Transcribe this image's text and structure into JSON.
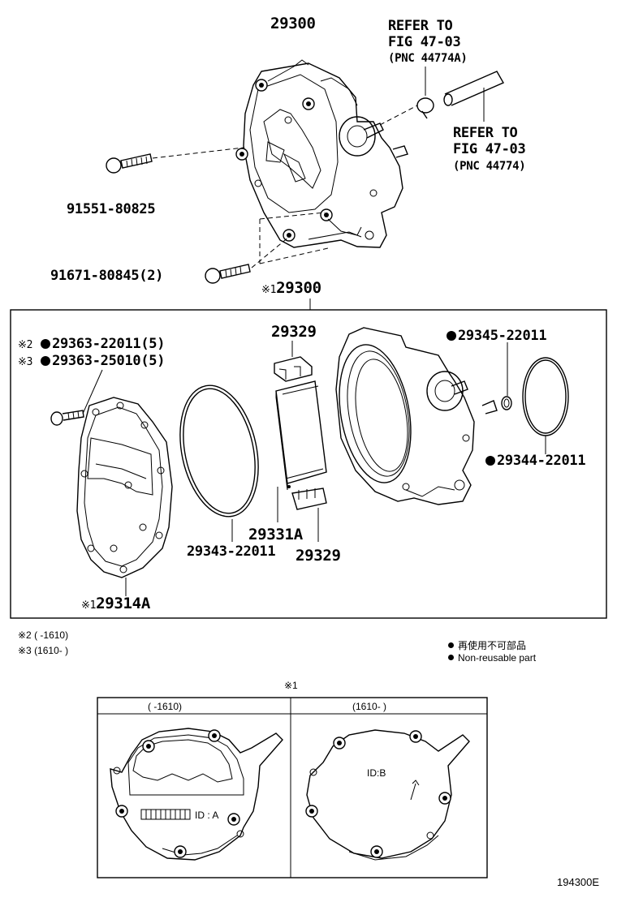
{
  "top": {
    "assembly": "29300",
    "refer1": {
      "line1": "REFER TO",
      "line2": "FIG 47-03",
      "line3": "(PNC 44774A)"
    },
    "refer2": {
      "line1": "REFER TO",
      "line2": "FIG 47-03",
      "line3": "(PNC 44774)"
    },
    "bolt1": "91551-80825",
    "bolt2": "91671-80845(2)"
  },
  "kit": {
    "header_mark": "※1",
    "header_pn": "29300",
    "screw_a_mark": "※2",
    "screw_a_pn": "29363-22011(5)",
    "screw_b_mark": "※3",
    "screw_b_pn": "29363-25010(5)",
    "cover_mark": "※1",
    "cover_pn": "29314A",
    "oring_large": "29343-22011",
    "vane": "29331A",
    "vane_cap_top": "29329",
    "vane_cap_bottom": "29329",
    "oring_small": "29345-22011",
    "oring_outer": "29344-22011"
  },
  "notes": {
    "n2": "※2 (      -1610)",
    "n3": "※3 (1610-        )"
  },
  "legend": {
    "jp": "再使用不可部品",
    "en": "Non-reusable part"
  },
  "detail": {
    "mark": "※1",
    "col_left": "(        -1610)",
    "col_right": "(1610-        )",
    "id_a": "ID : A",
    "id_b": "ID:B"
  },
  "figure_id": "194300E"
}
